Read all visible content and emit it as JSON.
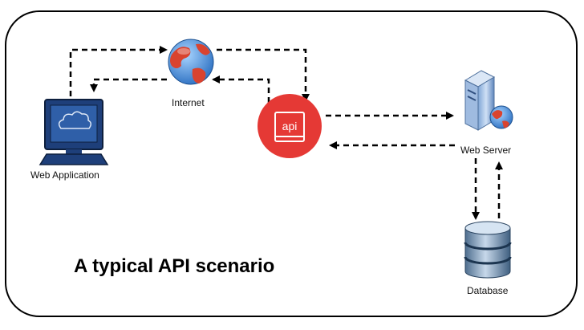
{
  "diagram": {
    "title": "A typical API scenario",
    "nodes": {
      "web_application": {
        "label": "Web Application",
        "icon": "monitor-cloud-icon"
      },
      "internet": {
        "label": "Internet",
        "icon": "globe-icon"
      },
      "api": {
        "label": "api",
        "icon": "api-badge-icon",
        "color": "#e53935"
      },
      "web_server": {
        "label": "Web Server",
        "icon": "server-globe-icon"
      },
      "database": {
        "label": "Database",
        "icon": "database-cylinder-icon"
      }
    },
    "edges": [
      {
        "from": "web_application",
        "to": "internet"
      },
      {
        "from": "internet",
        "to": "web_application"
      },
      {
        "from": "internet",
        "to": "api"
      },
      {
        "from": "api",
        "to": "internet"
      },
      {
        "from": "api",
        "to": "web_server"
      },
      {
        "from": "web_server",
        "to": "api"
      },
      {
        "from": "web_server",
        "to": "database"
      },
      {
        "from": "database",
        "to": "web_server"
      }
    ]
  }
}
